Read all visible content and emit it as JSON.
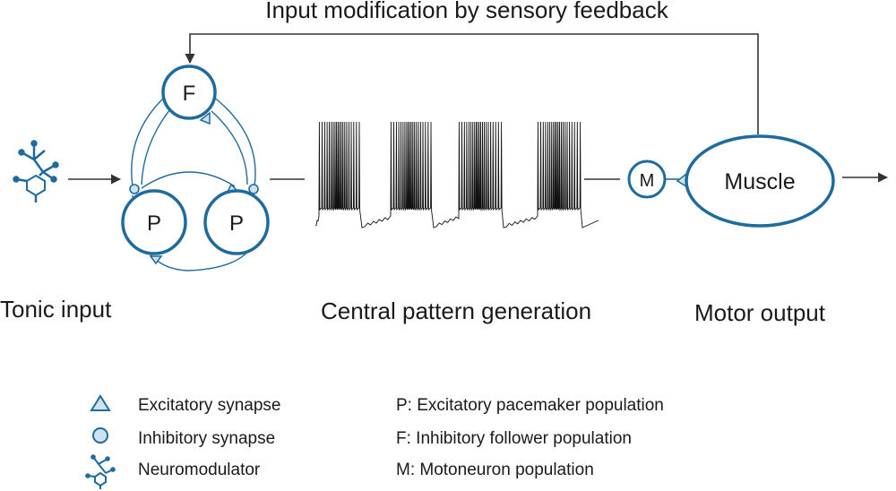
{
  "diagram": {
    "title": "Input modification by sensory feedback",
    "stages": {
      "tonic": "Tonic input",
      "cpg": "Central pattern generation",
      "motor": "Motor output"
    },
    "nodes": {
      "F": "F",
      "P1": "P",
      "P2": "P",
      "M": "M",
      "muscle": "Muscle"
    },
    "legend": {
      "excitatory": "Excitatory synapse",
      "inhibitory": "Inhibitory synapse",
      "neuromodulator": "Neuromodulator",
      "pacemaker": "P: Excitatory pacemaker population",
      "follower": "F: Inhibitory follower population",
      "motoneuron": "M: Motoneuron population"
    },
    "colors": {
      "accent": "#1f6b9e",
      "synapse_fill": "#cfe2f1",
      "line": "#333333"
    }
  }
}
